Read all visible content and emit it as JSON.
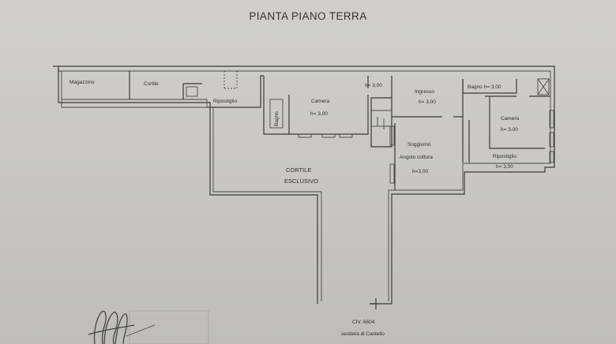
{
  "title": "PIANTA PIANO TERRA",
  "rooms": {
    "magazzino": "Magazzino",
    "cortile_small": "Cortile",
    "ripostiglio_1": "Ripostiglio",
    "bagno_1": "Bagno",
    "camera_1": "Camera",
    "camera_1_h": "h= 3,00",
    "ingresso_h_top": "h= 3,00",
    "ingresso": "Ingresso",
    "ingresso_h": "h= 3,00",
    "bagno_2": "Bagno h= 3,00",
    "camera_2": "Camera",
    "camera_2_h": "h= 3,00",
    "soggiorno": "Soggiorno",
    "angolo_cottura": "Angolo cottura",
    "soggiorno_h": "h=3,00",
    "ripostiglio_2": "Ripostiglio",
    "ripostiglio_2_h": "h= 3,00",
    "cortile_esclusivo_1": "CORTILE",
    "cortile_esclusivo_2": "ESCLUSIVO"
  },
  "footer": {
    "civ": "CIV. 6604",
    "street": "sestiera di Castello"
  }
}
